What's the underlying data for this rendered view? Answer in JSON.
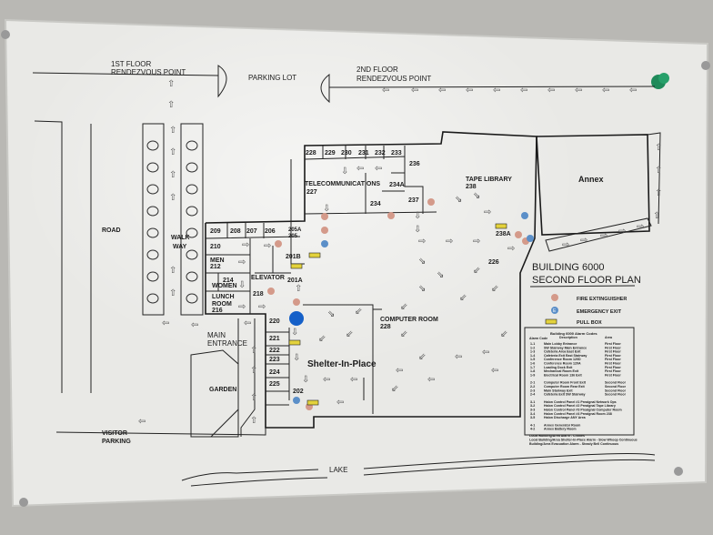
{
  "top": {
    "first_floor_rendezvous": [
      "1ST FLOOR",
      "RENDEZVOUS POINT"
    ],
    "parking_lot": "PARKING LOT",
    "second_floor_rendezvous": [
      "2ND FLOOR",
      "RENDEZVOUS POINT"
    ]
  },
  "site": {
    "road": "ROAD",
    "walkway": [
      "WALK",
      "WAY"
    ],
    "main_entrance": [
      "MAIN",
      "ENTRANCE"
    ],
    "garden": "GARDEN",
    "visitor_parking": [
      "VISITOR",
      "PARKING"
    ],
    "lake": "LAKE"
  },
  "rooms": {
    "r228": "228",
    "r229": "229",
    "r230": "230",
    "r231": "231",
    "r232": "232",
    "r233": "233",
    "r236": "236",
    "telecom": "TELECOMMUNICATIONS",
    "r227": "227",
    "r234a": "234A",
    "r234": "234",
    "r237": "237",
    "tape": "TAPE LIBRARY",
    "r238": "238",
    "annex": "Annex",
    "r238a": "238A",
    "r226": "226",
    "r209": "209",
    "r208a": "208",
    "r207": "207",
    "r206": "206",
    "r205a": "205A",
    "r205": "205",
    "r210": "210",
    "men": "MEN",
    "r212": "212",
    "r214": "214",
    "women": "WOMEN",
    "lunch": "LUNCH",
    "lunch2": "ROOM",
    "r216": "216",
    "elevator": "ELEVATOR",
    "r201b": "201B",
    "r201a": "201A",
    "r218": "218",
    "r220": "220",
    "r221": "221",
    "r222": "222",
    "r223": "223",
    "r224": "224",
    "r225": "225",
    "r202": "202",
    "computer": "COMPUTER ROOM",
    "r228b": "228",
    "shelter": "Shelter-In-Place"
  },
  "legend": {
    "title": [
      "BUILDING 6000",
      "SECOND FLOOR PLAN"
    ],
    "fire_extinguisher": "FIRE EXTINGUISHER",
    "emergency_exit": "EMERGENCY EXIT",
    "exit_letter": "E",
    "pull_box": "PULL BOX",
    "colors": {
      "extinguisher": "#d49a8a",
      "exit": "#5b8fc8",
      "pull_box": "#e3d23c"
    }
  },
  "alarm_table": {
    "title": "Building 6000 Alarm Codes",
    "headers": [
      "Alarm Code",
      "Description",
      "Area"
    ],
    "rows": [
      [
        "1-1",
        "Main Lobby Entrance",
        "First Floor"
      ],
      [
        "1-2",
        "SW Stairway Main Entrance",
        "First Floor"
      ],
      [
        "1-3",
        "Cafeteria Area East Exit",
        "First Floor"
      ],
      [
        "1-4",
        "Cafeteria Exit East Stairway",
        "First Floor"
      ],
      [
        "1-5",
        "Conference Room 120D",
        "First Floor"
      ],
      [
        "1-6",
        "Conference Room 120A",
        "First Floor"
      ],
      [
        "1-7",
        "Loading Dock Exit",
        "First Floor"
      ],
      [
        "1-8",
        "Mechanical Room Exit",
        "First Floor"
      ],
      [
        "1-9",
        "Electrical Room 136 Exit",
        "First Floor"
      ],
      [
        "2-1",
        "Computer Room Front Exit",
        "Second Floor"
      ],
      [
        "2-2",
        "Computer Room Rear Exit",
        "Second Floor"
      ],
      [
        "2-3",
        "Main Stairway Exit",
        "Second Floor"
      ],
      [
        "2-4",
        "Cafeteria Exit SW Stairway",
        "Second Floor"
      ],
      [
        "3-1",
        "Halon Control Panel #1 Preaignal Network Ops",
        ""
      ],
      [
        "3-2",
        "Halon Control Panel #2 Preaignal Tape Library",
        ""
      ],
      [
        "3-3",
        "Halon Control Panel #3 Preaignal Computer Room",
        ""
      ],
      [
        "3-4",
        "Halon Control Panel #4 Preaignal Room 238",
        ""
      ],
      [
        "3-5",
        "Halon Discharge ANY Area",
        ""
      ],
      [
        "4-1",
        "Annex Generator Room",
        ""
      ],
      [
        "4-2",
        "Annex Battery Room",
        ""
      ]
    ],
    "footer": [
      "Local Building/Area Alarm - Chimes",
      "Local Building/Area Shelter-In-Place Alarm - Slow Whoop Continuous",
      "Building/Area Evacuation Alarm - Steady Bell Continuous"
    ]
  }
}
